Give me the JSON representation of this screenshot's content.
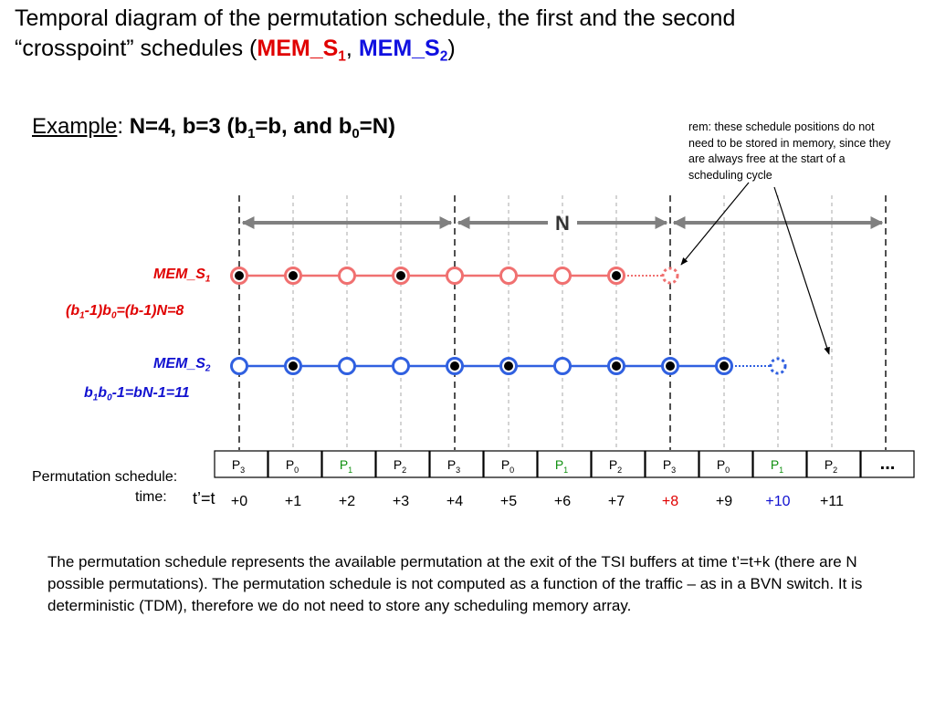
{
  "title": {
    "line1": "Temporal diagram of the permutation schedule, the first and the second",
    "line2_prefix": "“crosspoint” schedules (",
    "mem_s1": "MEM_S",
    "mem_s1_sub": "1",
    "sep": ", ",
    "mem_s2": "MEM_S",
    "mem_s2_sub": "2",
    "line2_suffix": ")"
  },
  "example": {
    "word": "Example",
    "colon": ": ",
    "p1": "N=4, b=3 (b",
    "p1_sub": "1",
    "p2": "=b, and b",
    "p2_sub": "0",
    "p3": "=N)"
  },
  "remark": "rem: these schedule positions do not need to be stored in memory, since they are always free at the start of a scheduling cycle",
  "n_label": "N",
  "mem_s1": {
    "label": "MEM_S",
    "label_sub": "1",
    "formula": "(b1-1)b0=(b-1)N=8",
    "formula_parts": [
      "(b",
      "1",
      "-1)b",
      "0",
      "=(b-1)N=8"
    ],
    "color": "#f07070",
    "nodes": [
      "filled",
      "filled",
      "open",
      "filled",
      "open",
      "open",
      "open",
      "filled",
      "free"
    ]
  },
  "mem_s2": {
    "label": "MEM_S",
    "label_sub": "2",
    "formula": "b1b0-1=bN-1=11",
    "formula_parts": [
      "b",
      "1",
      "b",
      "0",
      "-1=bN-1=11"
    ],
    "color": "#3060e0",
    "nodes": [
      "open",
      "filled",
      "open",
      "open",
      "filled",
      "filled",
      "open",
      "filled",
      "filled",
      "filled",
      "free"
    ]
  },
  "permutation": {
    "label": "Permutation schedule:",
    "cells": [
      {
        "p": "P",
        "sub": "3",
        "color": "#000000"
      },
      {
        "p": "P",
        "sub": "0",
        "color": "#000000"
      },
      {
        "p": "P",
        "sub": "1",
        "color": "#109010"
      },
      {
        "p": "P",
        "sub": "2",
        "color": "#000000"
      },
      {
        "p": "P",
        "sub": "3",
        "color": "#000000"
      },
      {
        "p": "P",
        "sub": "0",
        "color": "#000000"
      },
      {
        "p": "P",
        "sub": "1",
        "color": "#109010"
      },
      {
        "p": "P",
        "sub": "2",
        "color": "#000000"
      },
      {
        "p": "P",
        "sub": "3",
        "color": "#000000"
      },
      {
        "p": "P",
        "sub": "0",
        "color": "#000000"
      },
      {
        "p": "P",
        "sub": "1",
        "color": "#109010"
      },
      {
        "p": "P",
        "sub": "2",
        "color": "#000000"
      },
      {
        "p": "...",
        "sub": "",
        "color": "#000000"
      }
    ]
  },
  "time": {
    "label": "time:",
    "prefix": "t’=t",
    "offsets": [
      {
        "text": "+0",
        "color": "#000000"
      },
      {
        "text": "+1",
        "color": "#000000"
      },
      {
        "text": "+2",
        "color": "#000000"
      },
      {
        "text": "+3",
        "color": "#000000"
      },
      {
        "text": "+4",
        "color": "#000000"
      },
      {
        "text": "+5",
        "color": "#000000"
      },
      {
        "text": "+6",
        "color": "#000000"
      },
      {
        "text": "+7",
        "color": "#000000"
      },
      {
        "text": "+8",
        "color": "#e00000"
      },
      {
        "text": "+9",
        "color": "#000000"
      },
      {
        "text": "+10",
        "color": "#1010d0"
      },
      {
        "text": "+11",
        "color": "#000000"
      }
    ]
  },
  "description": "The permutation schedule represents the available permutation at the exit of the TSI buffers at time t’=t+k (there are N possible permutations). The permutation schedule is not computed as a function of the traffic – as in a BVN switch. It is deterministic (TDM), therefore we do not need to store any scheduling memory array."
}
